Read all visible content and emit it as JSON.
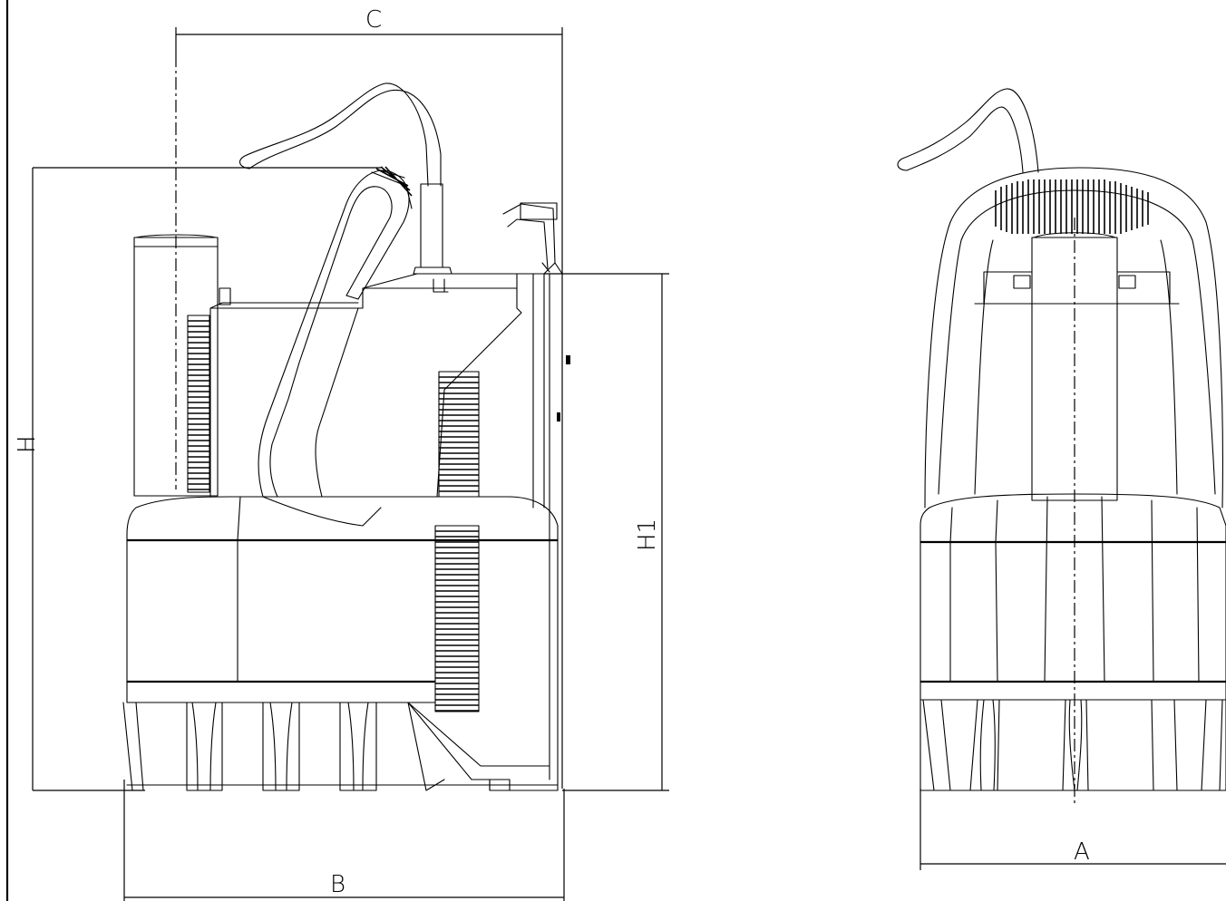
{
  "dimensions": {
    "C": "C",
    "H": "H",
    "H1": "H1",
    "B": "B",
    "A": "A"
  }
}
